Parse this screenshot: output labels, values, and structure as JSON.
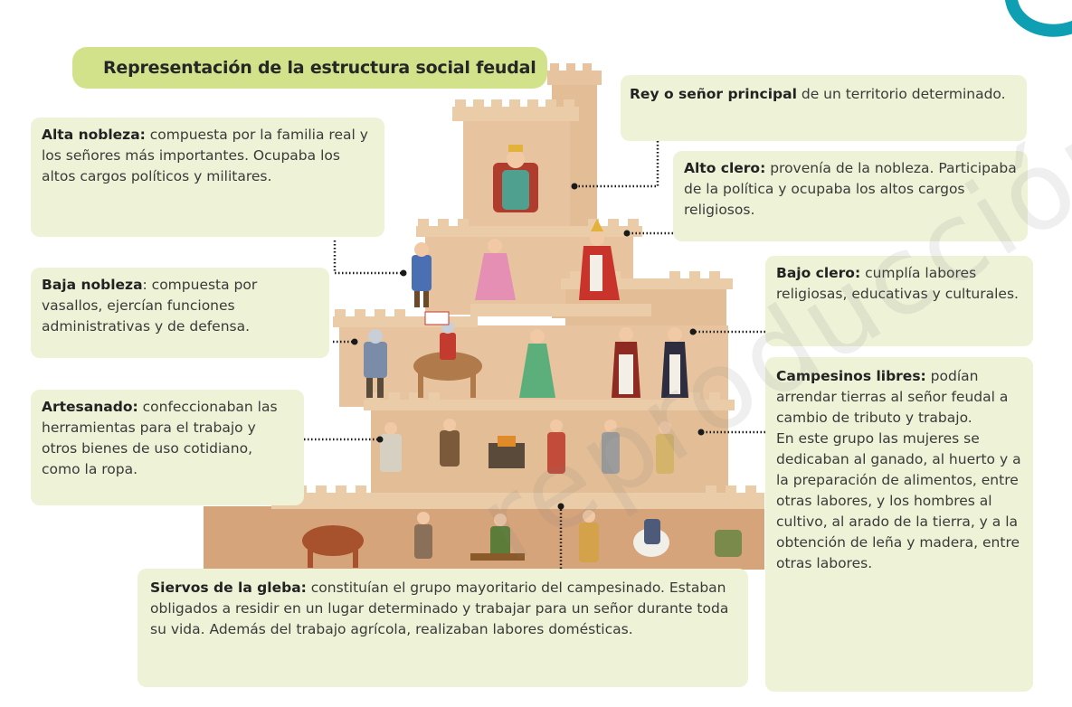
{
  "title": "Representación de la estructura social feudal",
  "watermark": "reproducción",
  "colors": {
    "title_bg": "#d2e28b",
    "note_bg": "#eef2d6",
    "castle": "#e7c49f",
    "castle_shadow": "#d6a47b",
    "accent": "#0f9fb3"
  },
  "notes": {
    "rey": {
      "term": "Rey o señor principal",
      "text": " de un territorio determinado."
    },
    "alta_nobleza": {
      "term": "Alta nobleza:",
      "text": " compuesta por la familia real y los señores más importantes. Ocupaba los altos cargos políticos y militares."
    },
    "alto_clero": {
      "term": "Alto clero:",
      "text": " provenía de la nobleza. Participaba de la política y ocupaba los altos cargos religiosos."
    },
    "baja_nobleza": {
      "term": "Baja nobleza",
      "text": ": compuesta por vasallos, ejercían  funciones administrativas y de defensa."
    },
    "bajo_clero": {
      "term": "Bajo clero:",
      "text": " cumplía labores religiosas, educativas y culturales."
    },
    "artesanado": {
      "term": "Artesanado:",
      "text": " confeccionaban las herramientas para el trabajo y otros bienes de uso cotidiano, como la ropa."
    },
    "campesinos_libres": {
      "term": "Campesinos libres:",
      "text": " podían arrendar tierras al señor feudal a cambio de tributo y trabajo.",
      "text2": "En este grupo las mujeres se dedicaban al ganado, al huerto y a la preparación de alimentos, entre otras labores, y los hombres al cultivo, al arado de la tierra, y a la obtención de leña y madera, entre otras labores."
    },
    "siervos": {
      "term": "Siervos de la gleba:",
      "text": " constituían el grupo mayoritario del campesinado. Estaban obligados a residir en un lugar determinado y trabajar para un señor durante toda su vida. Además del trabajo agrícola, realizaban labores domésticas."
    }
  }
}
